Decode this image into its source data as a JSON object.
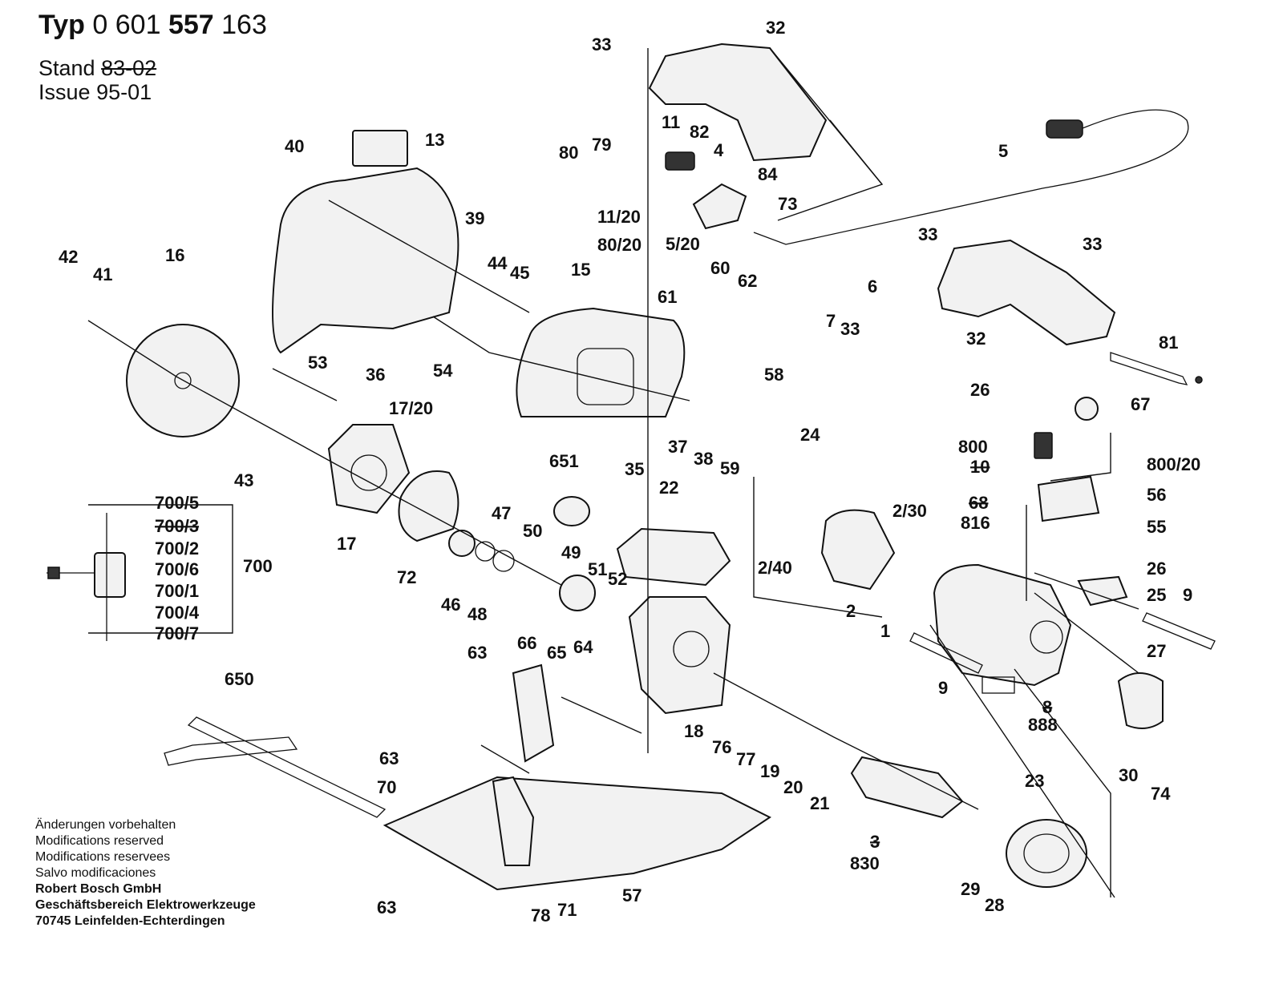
{
  "header": {
    "typ_label": "Typ",
    "typ_num_a": "0 601",
    "typ_num_b": "557",
    "typ_num_c": "163",
    "stand_label": "Stand",
    "stand_value": "83-02",
    "issue_label": "Issue",
    "issue_value": "95-01"
  },
  "footer": {
    "line1": "Änderungen vorbehalten",
    "line2": "Modifications reserved",
    "line3": "Modifications reservees",
    "line4": "Salvo modificaciones",
    "company": "Robert Bosch GmbH",
    "division": "Geschäftsbereich Elektrowerkzeuge",
    "address": "70745 Leinfelden-Echterdingen"
  },
  "labels": [
    {
      "id": "33a",
      "text": "33"
    },
    {
      "id": "32a",
      "text": "32"
    },
    {
      "id": "11",
      "text": "11"
    },
    {
      "id": "82",
      "text": "82"
    },
    {
      "id": "80",
      "text": "80"
    },
    {
      "id": "79",
      "text": "79"
    },
    {
      "id": "4",
      "text": "4"
    },
    {
      "id": "84",
      "text": "84"
    },
    {
      "id": "73",
      "text": "73"
    },
    {
      "id": "5",
      "text": "5"
    },
    {
      "id": "11-20",
      "text": "11/20"
    },
    {
      "id": "5-20",
      "text": "5/20"
    },
    {
      "id": "80-20",
      "text": "80/20"
    },
    {
      "id": "33b",
      "text": "33"
    },
    {
      "id": "33c",
      "text": "33"
    },
    {
      "id": "6",
      "text": "6"
    },
    {
      "id": "7",
      "text": "7"
    },
    {
      "id": "33d",
      "text": "33"
    },
    {
      "id": "32b",
      "text": "32"
    },
    {
      "id": "40",
      "text": "40"
    },
    {
      "id": "13",
      "text": "13"
    },
    {
      "id": "39",
      "text": "39"
    },
    {
      "id": "44",
      "text": "44"
    },
    {
      "id": "45",
      "text": "45"
    },
    {
      "id": "15",
      "text": "15"
    },
    {
      "id": "60",
      "text": "60"
    },
    {
      "id": "62",
      "text": "62"
    },
    {
      "id": "61",
      "text": "61"
    },
    {
      "id": "58",
      "text": "58"
    },
    {
      "id": "42",
      "text": "42"
    },
    {
      "id": "41",
      "text": "41"
    },
    {
      "id": "16",
      "text": "16"
    },
    {
      "id": "36",
      "text": "36"
    },
    {
      "id": "54",
      "text": "54"
    },
    {
      "id": "53",
      "text": "53"
    },
    {
      "id": "17-20",
      "text": "17/20"
    },
    {
      "id": "43",
      "text": "43"
    },
    {
      "id": "37",
      "text": "37"
    },
    {
      "id": "38",
      "text": "38"
    },
    {
      "id": "59",
      "text": "59"
    },
    {
      "id": "81",
      "text": "81"
    },
    {
      "id": "26a",
      "text": "26"
    },
    {
      "id": "67",
      "text": "67"
    },
    {
      "id": "800",
      "text": "800"
    },
    {
      "id": "10",
      "text": "10"
    },
    {
      "id": "800-20",
      "text": "800/20"
    },
    {
      "id": "24",
      "text": "24"
    },
    {
      "id": "651",
      "text": "651"
    },
    {
      "id": "35",
      "text": "35"
    },
    {
      "id": "22",
      "text": "22"
    },
    {
      "id": "47",
      "text": "47"
    },
    {
      "id": "50",
      "text": "50"
    },
    {
      "id": "2-30",
      "text": "2/30"
    },
    {
      "id": "68",
      "text": "68"
    },
    {
      "id": "816",
      "text": "816"
    },
    {
      "id": "56",
      "text": "56"
    },
    {
      "id": "55",
      "text": "55"
    },
    {
      "id": "700-5",
      "text": "700/5"
    },
    {
      "id": "700-3",
      "text": "700/3"
    },
    {
      "id": "700-2",
      "text": "700/2"
    },
    {
      "id": "700-6",
      "text": "700/6"
    },
    {
      "id": "700",
      "text": "700"
    },
    {
      "id": "700-1",
      "text": "700/1"
    },
    {
      "id": "700-4",
      "text": "700/4"
    },
    {
      "id": "700-7",
      "text": "700/7"
    },
    {
      "id": "17",
      "text": "17"
    },
    {
      "id": "72",
      "text": "72"
    },
    {
      "id": "46",
      "text": "46"
    },
    {
      "id": "48",
      "text": "48"
    },
    {
      "id": "49",
      "text": "49"
    },
    {
      "id": "51",
      "text": "51"
    },
    {
      "id": "52",
      "text": "52"
    },
    {
      "id": "2-40",
      "text": "2/40"
    },
    {
      "id": "2",
      "text": "2"
    },
    {
      "id": "26b",
      "text": "26"
    },
    {
      "id": "25",
      "text": "25"
    },
    {
      "id": "9a",
      "text": "9"
    },
    {
      "id": "1",
      "text": "1"
    },
    {
      "id": "27",
      "text": "27"
    },
    {
      "id": "63a",
      "text": "63"
    },
    {
      "id": "66",
      "text": "66"
    },
    {
      "id": "65",
      "text": "65"
    },
    {
      "id": "64",
      "text": "64"
    },
    {
      "id": "9b",
      "text": "9"
    },
    {
      "id": "650",
      "text": "650"
    },
    {
      "id": "18",
      "text": "18"
    },
    {
      "id": "76",
      "text": "76"
    },
    {
      "id": "77",
      "text": "77"
    },
    {
      "id": "19",
      "text": "19"
    },
    {
      "id": "20",
      "text": "20"
    },
    {
      "id": "21",
      "text": "21"
    },
    {
      "id": "8",
      "text": "8"
    },
    {
      "id": "888",
      "text": "888"
    },
    {
      "id": "30",
      "text": "30"
    },
    {
      "id": "74",
      "text": "74"
    },
    {
      "id": "63b",
      "text": "63"
    },
    {
      "id": "70",
      "text": "70"
    },
    {
      "id": "23",
      "text": "23"
    },
    {
      "id": "3",
      "text": "3"
    },
    {
      "id": "830",
      "text": "830"
    },
    {
      "id": "29",
      "text": "29"
    },
    {
      "id": "28",
      "text": "28"
    },
    {
      "id": "57",
      "text": "57"
    },
    {
      "id": "78",
      "text": "78"
    },
    {
      "id": "71",
      "text": "71"
    },
    {
      "id": "63c",
      "text": "63"
    }
  ]
}
